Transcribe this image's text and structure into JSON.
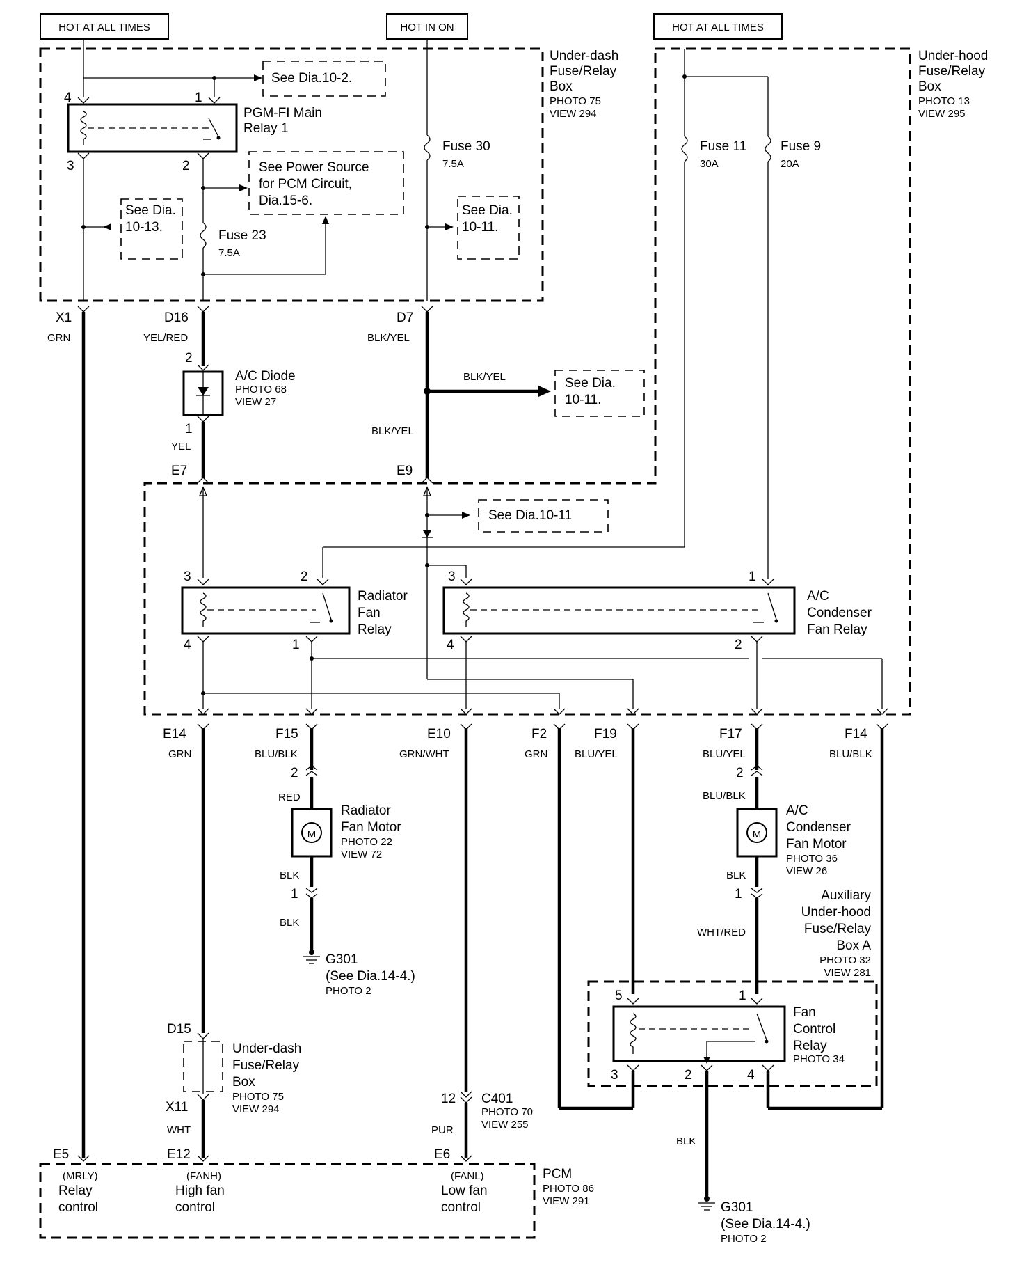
{
  "sources": {
    "hot_at_all_times_left": "HOT AT ALL TIMES",
    "hot_in_on": "HOT IN ON",
    "hot_at_all_times_right": "HOT AT ALL TIMES"
  },
  "underdash_box": {
    "title_lines": [
      "Under-dash",
      "Fuse/Relay",
      "Box"
    ],
    "photo": "PHOTO 75",
    "view": "VIEW 294"
  },
  "underhood_box": {
    "title_lines": [
      "Under-hood",
      "Fuse/Relay",
      "Box"
    ],
    "photo": "PHOTO 13",
    "view": "VIEW 295"
  },
  "refs": {
    "see_dia_10_2": "See Dia.10-2.",
    "see_power_source": [
      "See Power Source",
      "for PCM Circuit,",
      "Dia.15-6."
    ],
    "see_dia_10_13": [
      "See Dia.",
      "10-13."
    ],
    "see_dia_10_11_a": [
      "See Dia.",
      "10-11."
    ],
    "see_dia_10_11_b": [
      "See Dia.",
      "10-11."
    ],
    "see_dia_10_11_c": "See Dia.10-11"
  },
  "pgm_relay": {
    "lines": [
      "PGM-FI Main",
      "Relay 1"
    ],
    "pins": [
      "4",
      "1",
      "3",
      "2"
    ]
  },
  "fuses": {
    "fuse30": {
      "name": "Fuse 30",
      "rating": "7.5A"
    },
    "fuse23": {
      "name": "Fuse 23",
      "rating": "7.5A"
    },
    "fuse11": {
      "name": "Fuse 11",
      "rating": "30A"
    },
    "fuse9": {
      "name": "Fuse 9",
      "rating": "20A"
    }
  },
  "connectors": {
    "x1": "X1",
    "d16": "D16",
    "d7": "D7",
    "e7": "E7",
    "e9": "E9",
    "e14": "E14",
    "f15": "F15",
    "e10": "E10",
    "f2": "F2",
    "f19": "F19",
    "f17": "F17",
    "f14": "F14",
    "d15": "D15",
    "x11": "X11",
    "c401": "C401",
    "c401_pin": "12",
    "e5": "E5",
    "e12": "E12",
    "e6": "E6"
  },
  "wire_colors": {
    "x1": "GRN",
    "d16": "YEL/RED",
    "d7": "BLK/YEL",
    "branch": "BLK/YEL",
    "d7_lower": "BLK/YEL",
    "diode_out": "YEL",
    "e14": "GRN",
    "f15": "BLU/BLK",
    "e10": "GRN/WHT",
    "f2": "GRN",
    "f19": "BLU/YEL",
    "f17": "BLU/YEL",
    "f14": "BLU/BLK",
    "rad_motor_in": "RED",
    "rad_motor_out": "BLK",
    "rad_ground": "BLK",
    "ac_motor_in": "BLU/BLK",
    "ac_motor_out": "BLK",
    "ac_to_relay": "WHT/RED",
    "x11": "WHT",
    "c401": "PUR",
    "fan_relay_ground": "BLK"
  },
  "ac_diode": {
    "name": "A/C Diode",
    "photo": "PHOTO 68",
    "view": "VIEW 27",
    "pin_top": "2",
    "pin_bottom": "1"
  },
  "rad_relay": {
    "lines": [
      "Radiator",
      "Fan",
      "Relay"
    ],
    "pins": [
      "3",
      "2",
      "4",
      "1"
    ]
  },
  "ac_relay": {
    "lines": [
      "A/C",
      "Condenser",
      "Fan Relay"
    ],
    "pins": [
      "3",
      "1",
      "4",
      "2"
    ]
  },
  "rad_motor": {
    "lines": [
      "Radiator",
      "Fan Motor"
    ],
    "photo": "PHOTO 22",
    "view": "VIEW 72",
    "pin_top": "2",
    "pin_bottom": "1",
    "symbol": "M"
  },
  "ac_motor": {
    "lines": [
      "A/C",
      "Condenser",
      "Fan Motor"
    ],
    "photo": "PHOTO 36",
    "view": "VIEW 26",
    "pin_top": "2",
    "pin_bottom": "1",
    "symbol": "M"
  },
  "ground_left": {
    "name": "G301",
    "ref": "(See Dia.14-4.)",
    "photo": "PHOTO 2"
  },
  "ground_right": {
    "name": "G301",
    "ref": "(See Dia.14-4.)",
    "photo": "PHOTO 2"
  },
  "aux_box": {
    "lines": [
      "Auxiliary",
      "Under-hood",
      "Fuse/Relay",
      "Box A"
    ],
    "photo": "PHOTO 32",
    "view": "VIEW 281"
  },
  "fan_control_relay": {
    "lines": [
      "Fan",
      "Control",
      "Relay"
    ],
    "photo": "PHOTO 34",
    "pins": [
      "5",
      "1",
      "3",
      "2",
      "4"
    ]
  },
  "underdash_small": {
    "lines": [
      "Under-dash",
      "Fuse/Relay",
      "Box"
    ],
    "photo": "PHOTO 75",
    "view": "VIEW 294"
  },
  "c401_info": {
    "photo": "PHOTO 70",
    "view": "VIEW 255"
  },
  "pcm": {
    "name": "PCM",
    "photo": "PHOTO 86",
    "view": "VIEW 291",
    "relay_code": "(MRLY)",
    "relay_lines": [
      "Relay",
      "control"
    ],
    "high_code": "(FANH)",
    "high_lines": [
      "High fan",
      "control"
    ],
    "low_code": "(FANL)",
    "low_lines": [
      "Low fan",
      "control"
    ]
  }
}
